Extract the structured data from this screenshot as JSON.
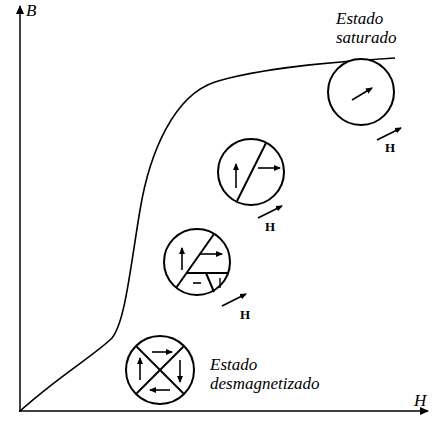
{
  "diagram": {
    "labels": [
      "B",
      "Estado saturado",
      "H",
      "Estado desmagnetizado",
      "H",
      "H",
      "H"
    ]
  }
}
